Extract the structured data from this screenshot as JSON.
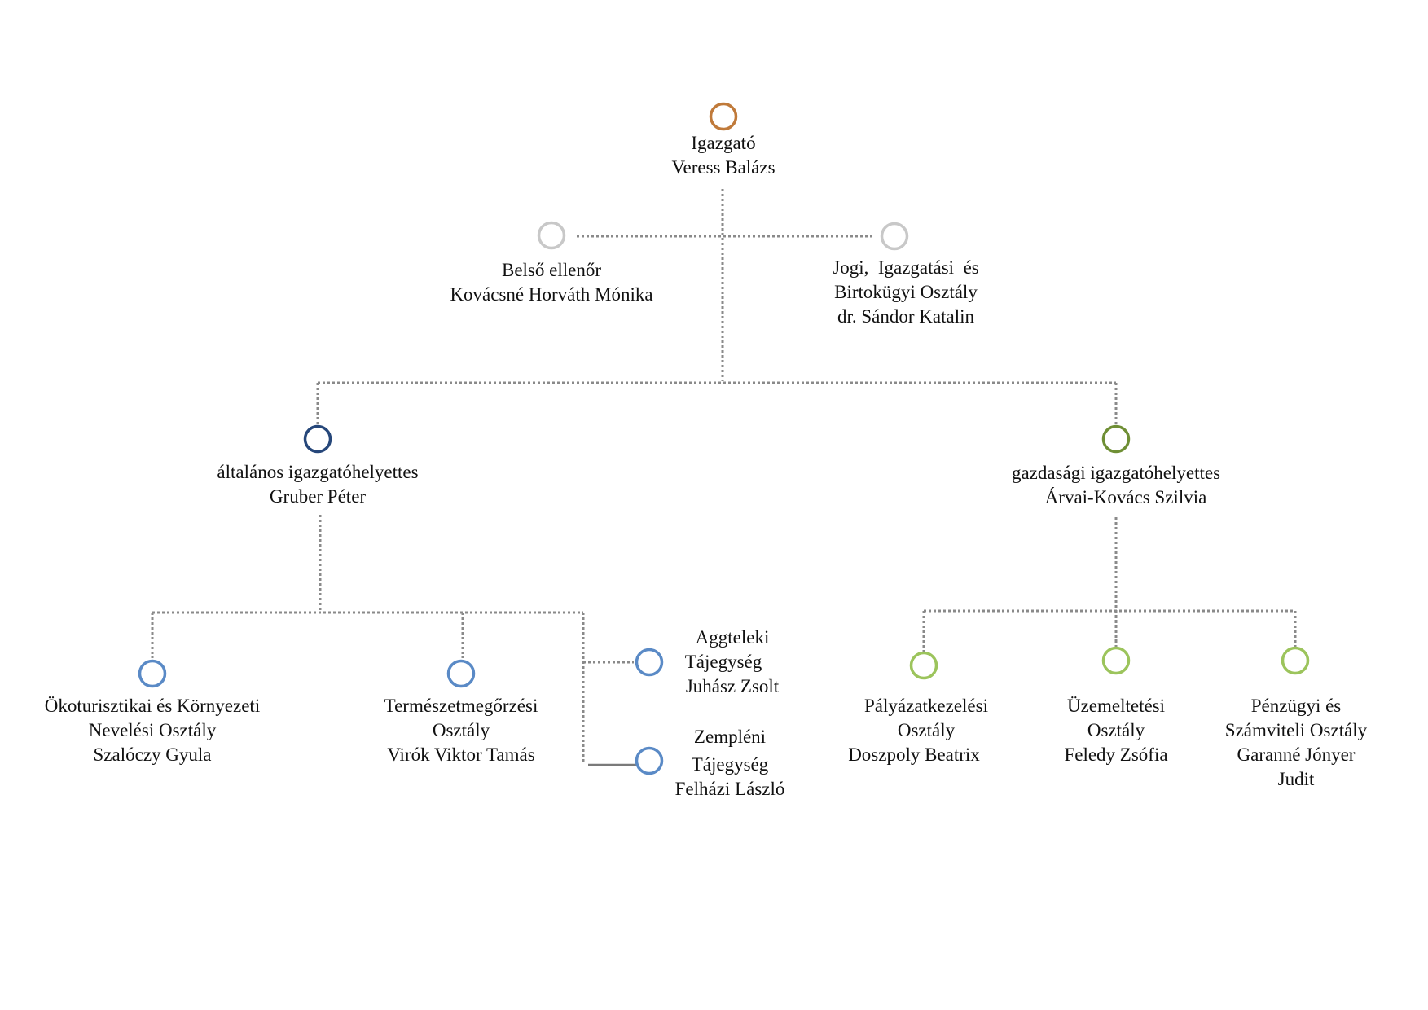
{
  "nodes": {
    "director": {
      "lines": [
        "Igazgató",
        "Veress Balázs"
      ],
      "color": "#c07a3a"
    },
    "internal_auditor": {
      "lines": [
        "Belső ellenőr",
        "Kovácsné Horváth Mónika"
      ],
      "color": "#c8c8c8"
    },
    "legal_dept": {
      "lines": [
        "Jogi,  Igazgatási  és",
        "Birtokügyi Osztály",
        "dr. Sándor Katalin"
      ],
      "color": "#c8c8c8"
    },
    "general_deputy": {
      "lines": [
        "általános igazgatóhelyettes",
        "Gruber Péter"
      ],
      "color": "#26477a"
    },
    "economic_deputy": {
      "lines": [
        "gazdasági igazgatóhelyettes",
        "Árvai-Kovács Szilvia"
      ],
      "color": "#6f8f35"
    },
    "ecotourism_dept": {
      "lines": [
        "Ökoturisztikai és Környezeti",
        "Nevelési Osztály",
        "Szalóczy Gyula"
      ],
      "color": "#5a8ac6"
    },
    "conservation_dept": {
      "lines": [
        "Természetmegőrzési",
        "Osztály",
        "Virók Viktor Tamás"
      ],
      "color": "#5a8ac6"
    },
    "aggtelek_region": {
      "lines": [
        "Aggteleki",
        "Tájegység",
        "Juhász Zsolt"
      ],
      "color": "#5a8ac6"
    },
    "zemplen_region": {
      "lines": [
        "Zempléni",
        "Tájegység",
        "Felházi László"
      ],
      "color": "#5a8ac6"
    },
    "grants_dept": {
      "lines": [
        "Pályázatkezelési",
        "Osztály",
        "Doszpoly Beatrix"
      ],
      "color": "#9cc45c"
    },
    "operations_dept": {
      "lines": [
        "Üzemeltetési",
        "Osztály",
        "Feledy Zsófia"
      ],
      "color": "#9cc45c"
    },
    "finance_dept": {
      "lines": [
        "Pénzügyi és",
        "Számviteli Osztály",
        "Garanné Jónyer",
        "Judit"
      ],
      "color": "#9cc45c"
    }
  }
}
